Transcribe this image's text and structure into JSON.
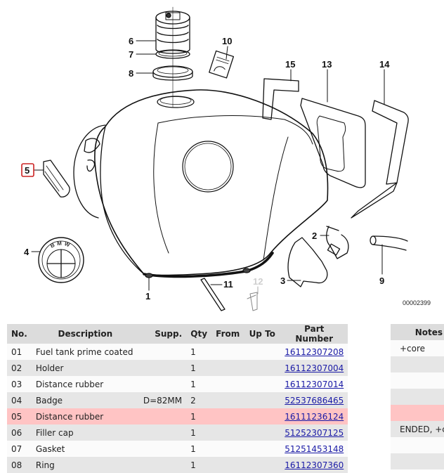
{
  "diagram": {
    "callouts": [
      {
        "id": "1",
        "label": "1"
      },
      {
        "id": "2",
        "label": "2"
      },
      {
        "id": "3",
        "label": "3"
      },
      {
        "id": "4",
        "label": "4"
      },
      {
        "id": "5",
        "label": "5"
      },
      {
        "id": "6",
        "label": "6"
      },
      {
        "id": "7",
        "label": "7"
      },
      {
        "id": "8",
        "label": "8"
      },
      {
        "id": "9",
        "label": "9"
      },
      {
        "id": "10",
        "label": "10"
      },
      {
        "id": "11",
        "label": "11"
      },
      {
        "id": "12",
        "label": "12"
      },
      {
        "id": "13",
        "label": "13"
      },
      {
        "id": "14",
        "label": "14"
      },
      {
        "id": "15",
        "label": "15"
      }
    ],
    "highlighted_callout": "5",
    "highlight_color": "#cc2222",
    "diagram_code": "00002399",
    "badge_text": "BMW"
  },
  "table": {
    "headers": {
      "no": "No.",
      "description": "Description",
      "supp": "Supp.",
      "qty": "Qty",
      "from": "From",
      "up_to": "Up To",
      "part_number": "Part Number"
    },
    "rows": [
      {
        "no": "01",
        "description": "Fuel tank prime coated",
        "supp": "",
        "qty": "1",
        "from": "",
        "up_to": "",
        "part_number": "16112307208",
        "notes": "+core"
      },
      {
        "no": "02",
        "description": "Holder",
        "supp": "",
        "qty": "1",
        "from": "",
        "up_to": "",
        "part_number": "16112307004",
        "notes": ""
      },
      {
        "no": "03",
        "description": "Distance rubber",
        "supp": "",
        "qty": "1",
        "from": "",
        "up_to": "",
        "part_number": "16112307014",
        "notes": ""
      },
      {
        "no": "04",
        "description": "Badge",
        "supp": "D=82MM",
        "qty": "2",
        "from": "",
        "up_to": "",
        "part_number": "52537686465",
        "notes": ""
      },
      {
        "no": "05",
        "description": "Distance rubber",
        "supp": "",
        "qty": "1",
        "from": "",
        "up_to": "",
        "part_number": "16111236124",
        "notes": ""
      },
      {
        "no": "06",
        "description": "Filler cap",
        "supp": "",
        "qty": "1",
        "from": "",
        "up_to": "",
        "part_number": "51252307125",
        "notes": "ENDED, +c"
      },
      {
        "no": "07",
        "description": "Gasket",
        "supp": "",
        "qty": "1",
        "from": "",
        "up_to": "",
        "part_number": "51251453148",
        "notes": ""
      },
      {
        "no": "08",
        "description": "Ring",
        "supp": "",
        "qty": "1",
        "from": "",
        "up_to": "",
        "part_number": "16112307360",
        "notes": ""
      }
    ],
    "highlighted_row": "05",
    "colors": {
      "header_bg": "#dcdcdc",
      "row_even_bg": "#e6e6e6",
      "row_odd_bg": "#fbfbfb",
      "highlight_bg": "#ffc4c4",
      "link": "#1a1aa6"
    }
  },
  "notes": {
    "header": "Notes"
  }
}
